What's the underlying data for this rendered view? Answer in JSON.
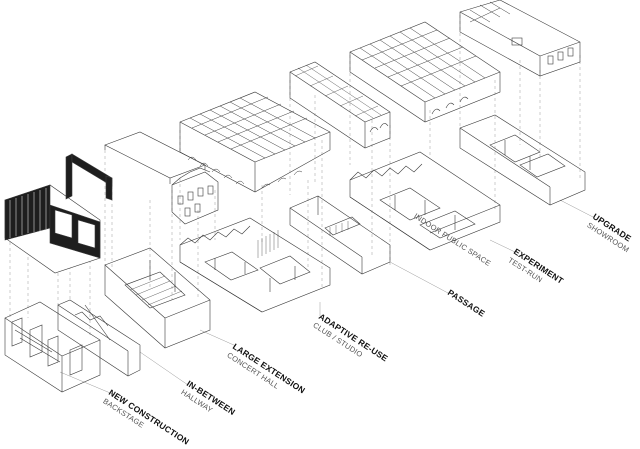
{
  "colors": {
    "line": "#3a3a3a",
    "dash": "#9a9a9a",
    "dark_facade": "#1e1e1e",
    "label": "#111111",
    "sublabel": "#555555"
  },
  "labels": [
    {
      "key": "new_construction",
      "title": "NEW CONSTRUCTION",
      "subtitle": "BACKSTAGE"
    },
    {
      "key": "in_between",
      "title": "IN-BETWEEN",
      "subtitle": "HALLWAY"
    },
    {
      "key": "large_extension",
      "title": "LARGE EXTENSION",
      "subtitle": "CONCERT HALL"
    },
    {
      "key": "adaptive_reuse",
      "title": "ADAPTIVE RE-USE",
      "subtitle": "CLUB / STUDIO"
    },
    {
      "key": "passage",
      "title": "PASSAGE",
      "subtitle": "INDOOR PUBLIC SPACE"
    },
    {
      "key": "experiment",
      "title": "EXPERIMENT",
      "subtitle": "TEST-RUN"
    },
    {
      "key": "upgrade",
      "title": "UPGRADE",
      "subtitle": "SHOWROOM"
    }
  ]
}
